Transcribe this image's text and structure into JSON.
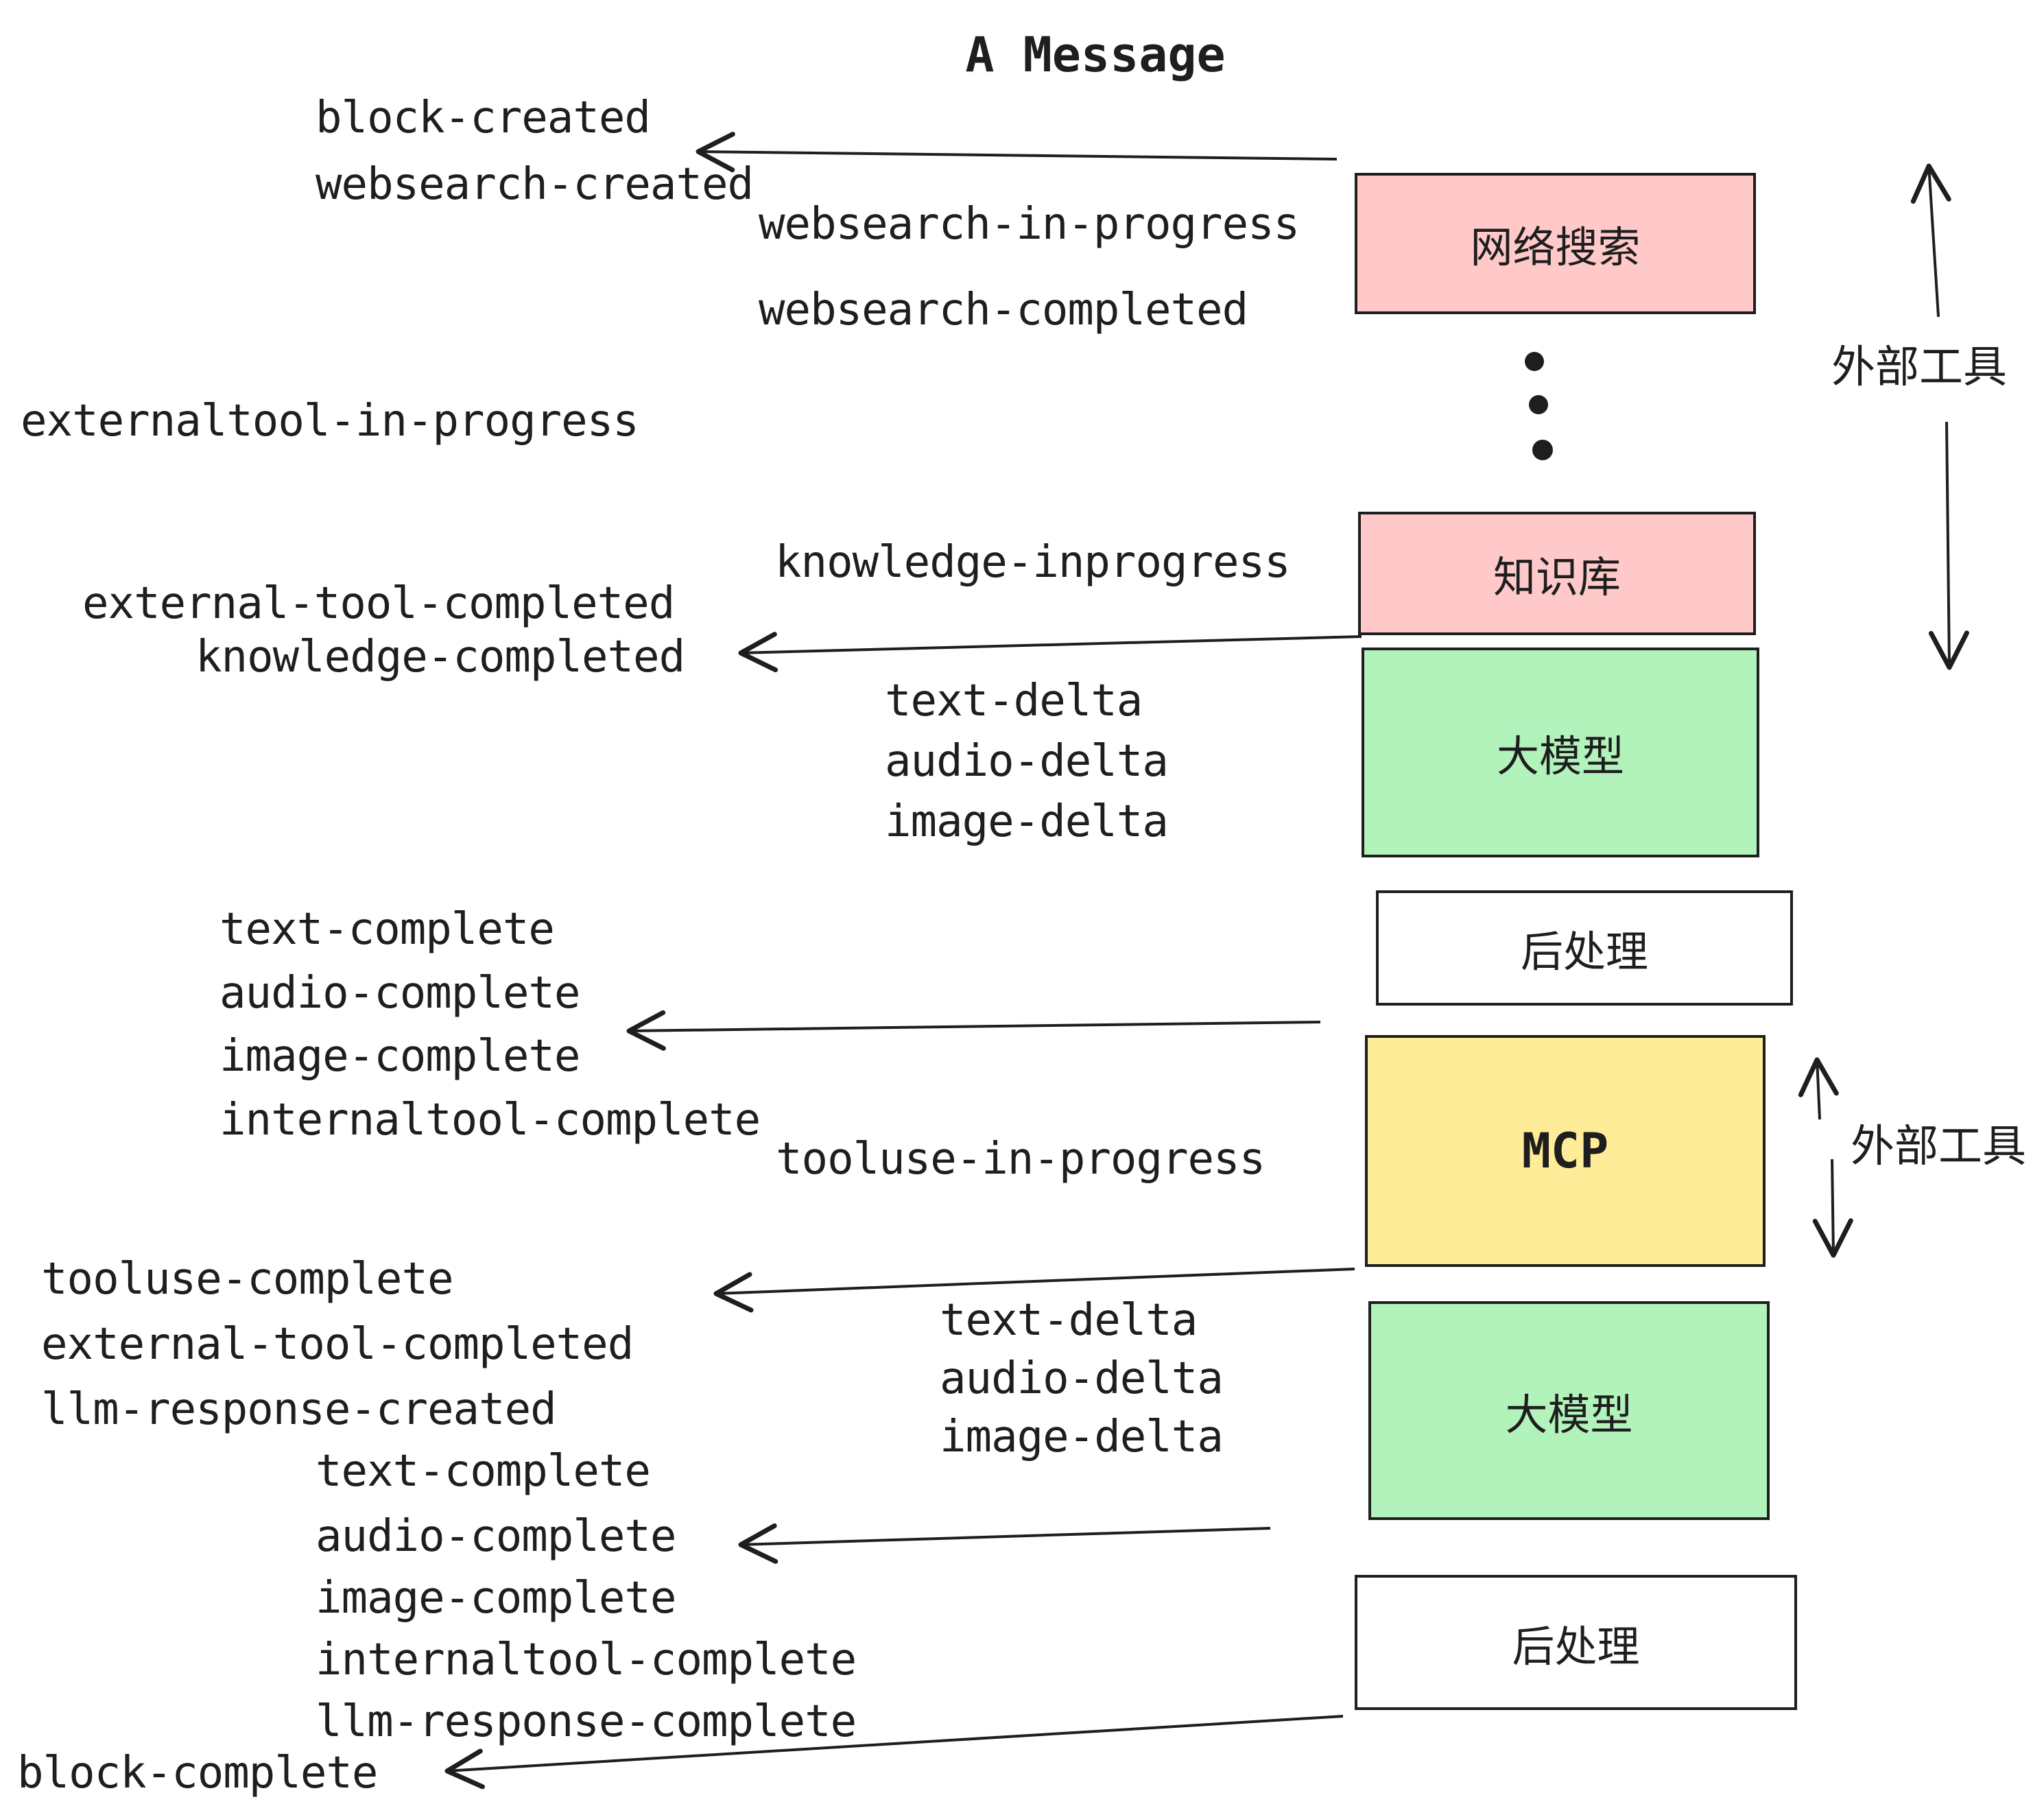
{
  "title": "A Message",
  "colors": {
    "ink": "#1e1e1e",
    "pink": "#ffc9c9",
    "green": "#b2f2bb",
    "yellow": "#ffec99",
    "white": "#ffffff"
  },
  "boxes": {
    "websearch": {
      "label": "网络搜索",
      "color": "#ffc9c9"
    },
    "knowledge": {
      "label": "知识库",
      "color": "#ffc9c9"
    },
    "llm1": {
      "label": "大模型",
      "color": "#b2f2bb"
    },
    "post1": {
      "label": "后处理",
      "color": "#ffffff"
    },
    "mcp": {
      "label": "MCP",
      "color": "#ffec99"
    },
    "llm2": {
      "label": "大模型",
      "color": "#b2f2bb"
    },
    "post2": {
      "label": "后处理",
      "color": "#ffffff"
    }
  },
  "annotations": {
    "external_tools_top": "外部工具",
    "external_tools_mcp": "外部工具"
  },
  "events": [
    {
      "text": "block-created"
    },
    {
      "text": "websearch-created"
    },
    {
      "text": "websearch-in-progress"
    },
    {
      "text": "websearch-completed"
    },
    {
      "text": "externaltool-in-progress"
    },
    {
      "text": "knowledge-inprogress"
    },
    {
      "text": "external-tool-completed"
    },
    {
      "text": "knowledge-completed"
    },
    {
      "text": "text-delta"
    },
    {
      "text": "audio-delta"
    },
    {
      "text": "image-delta"
    },
    {
      "text": "text-complete"
    },
    {
      "text": "audio-complete"
    },
    {
      "text": "image-complete"
    },
    {
      "text": "internaltool-complete"
    },
    {
      "text": "tooluse-in-progress"
    },
    {
      "text": "tooluse-complete"
    },
    {
      "text": "external-tool-completed"
    },
    {
      "text": "llm-response-created"
    },
    {
      "text": "text-complete"
    },
    {
      "text": "audio-complete"
    },
    {
      "text": "image-complete"
    },
    {
      "text": "internaltool-complete"
    },
    {
      "text": "llm-response-complete"
    },
    {
      "text": "block-complete"
    },
    {
      "text": "text-delta"
    },
    {
      "text": "audio-delta"
    },
    {
      "text": "image-delta"
    }
  ]
}
